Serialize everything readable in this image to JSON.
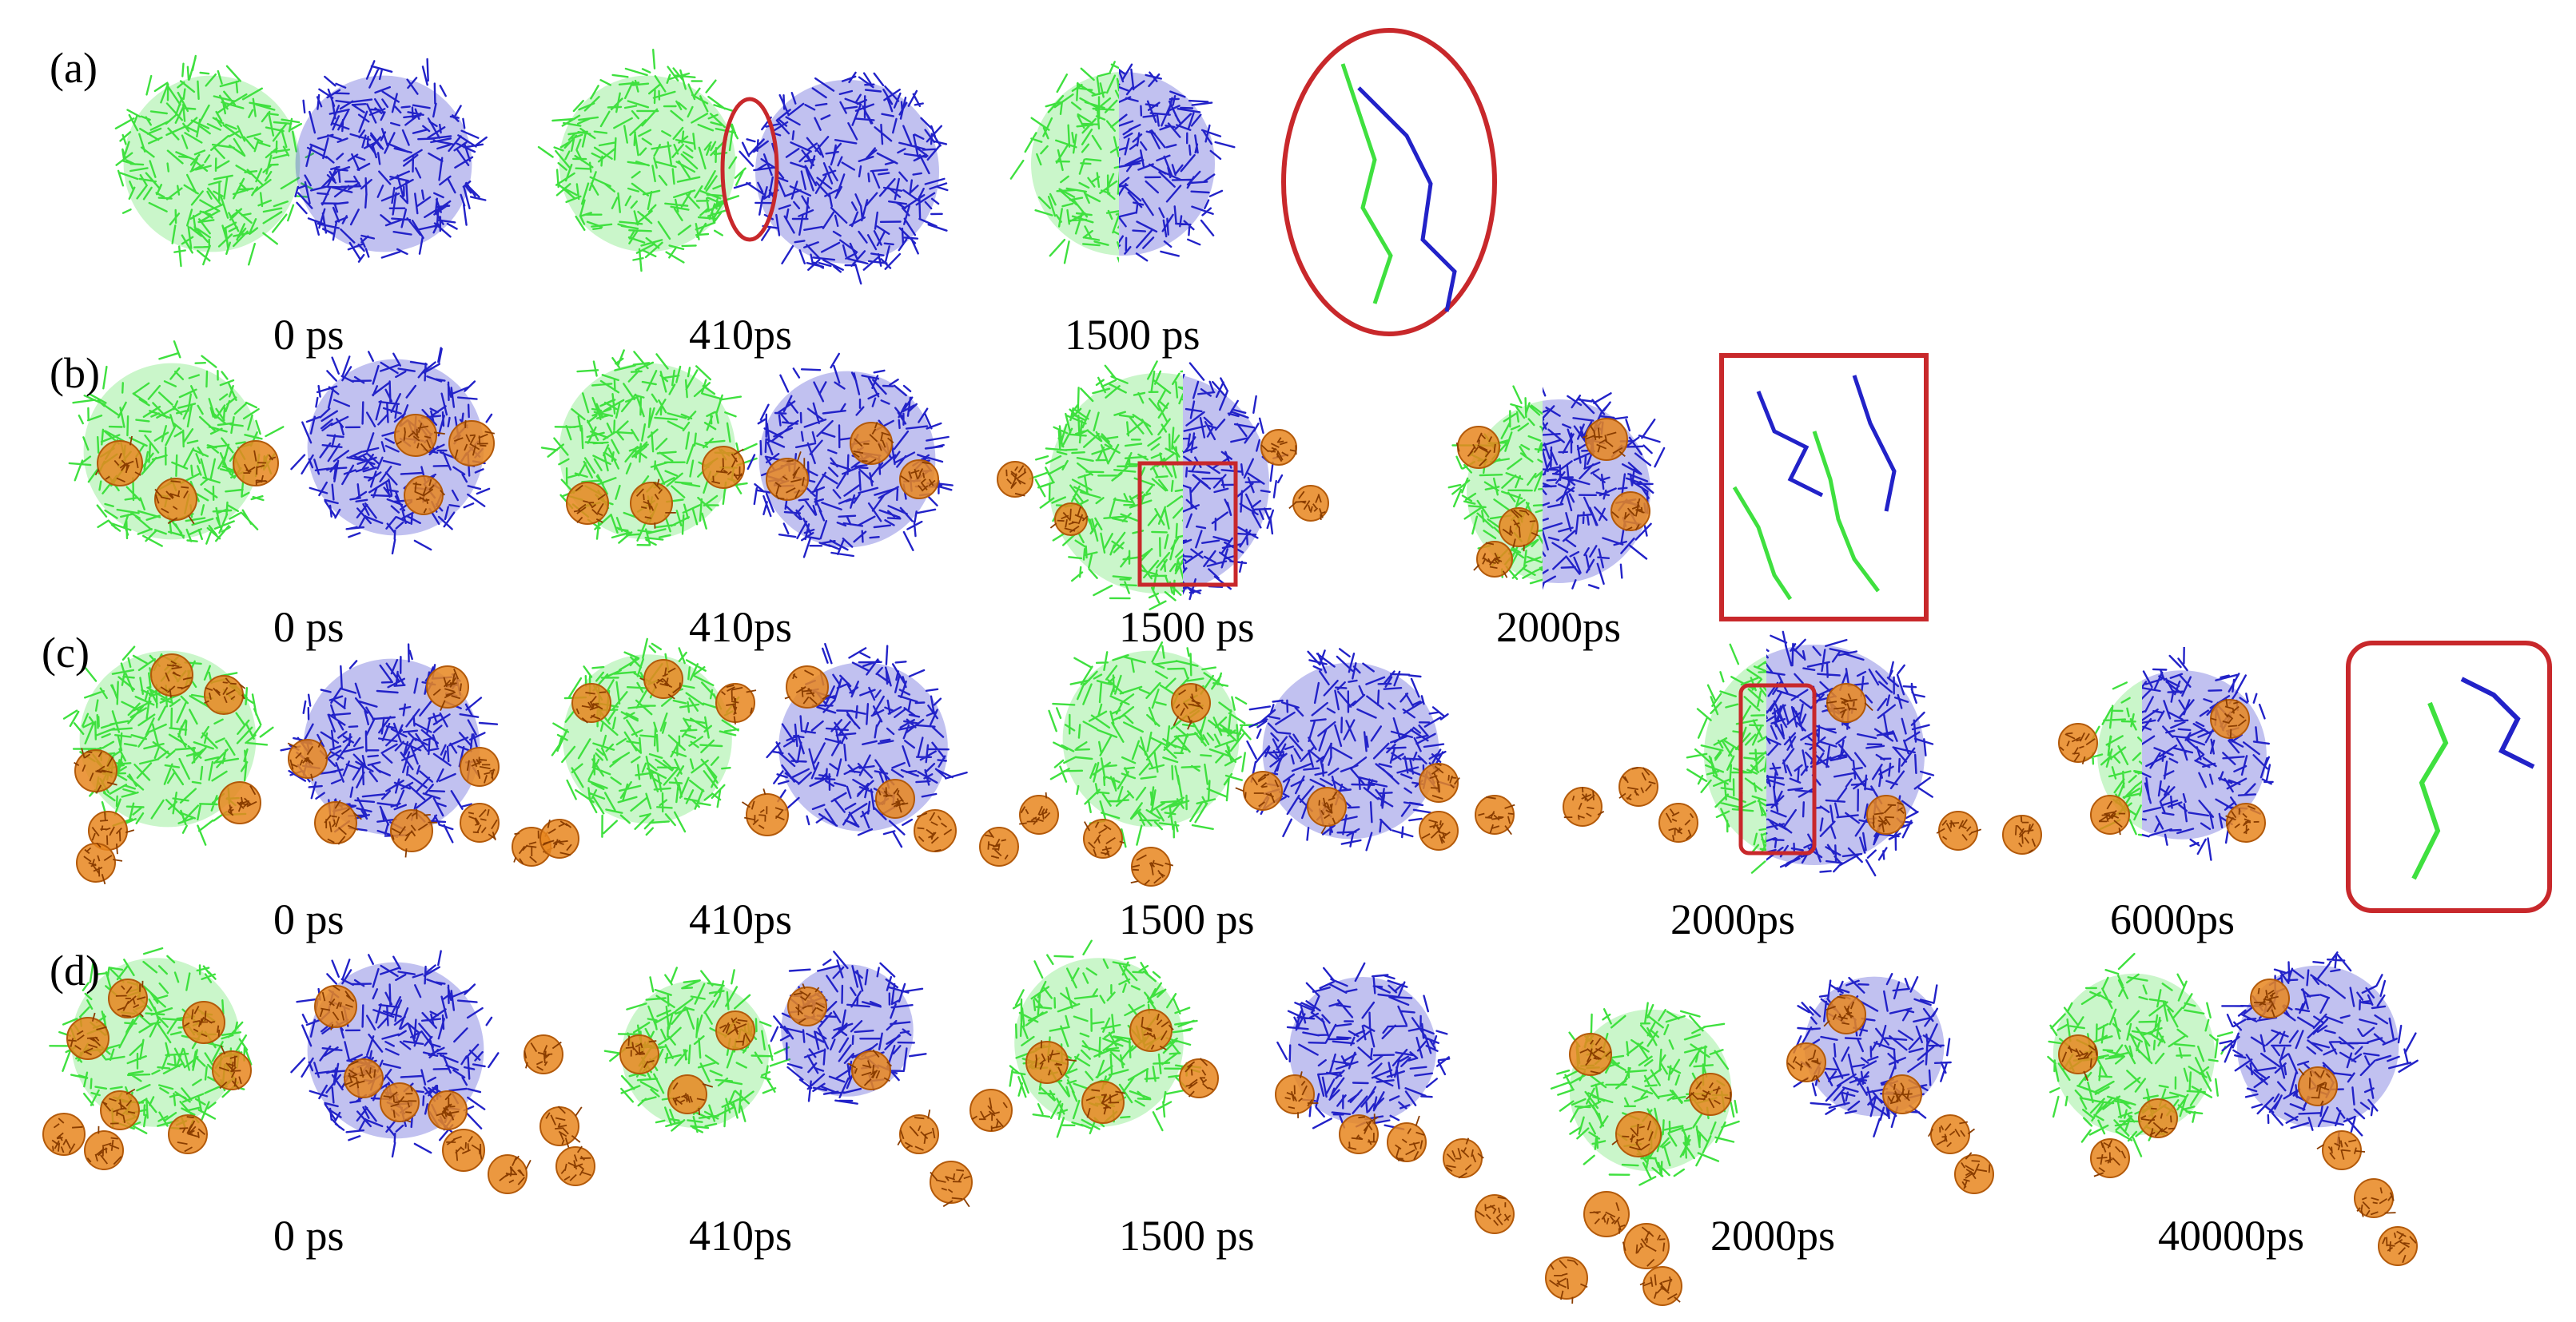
{
  "colors": {
    "green": "#3fe03f",
    "blue": "#2222c8",
    "orange": "#e8861e",
    "red": "#c8282b"
  },
  "panels": [
    {
      "label": "(a)",
      "times": [
        "0 ps",
        "410ps",
        "1500 ps"
      ]
    },
    {
      "label": "(b)",
      "times": [
        "0 ps",
        "410ps",
        "1500 ps",
        "2000ps"
      ]
    },
    {
      "label": "(c)",
      "times": [
        "0 ps",
        "410ps",
        "1500 ps",
        "2000ps",
        "6000ps"
      ]
    },
    {
      "label": "(d)",
      "times": [
        "0 ps",
        "410ps",
        "1500 ps",
        "2000ps",
        "40000ps"
      ]
    }
  ]
}
